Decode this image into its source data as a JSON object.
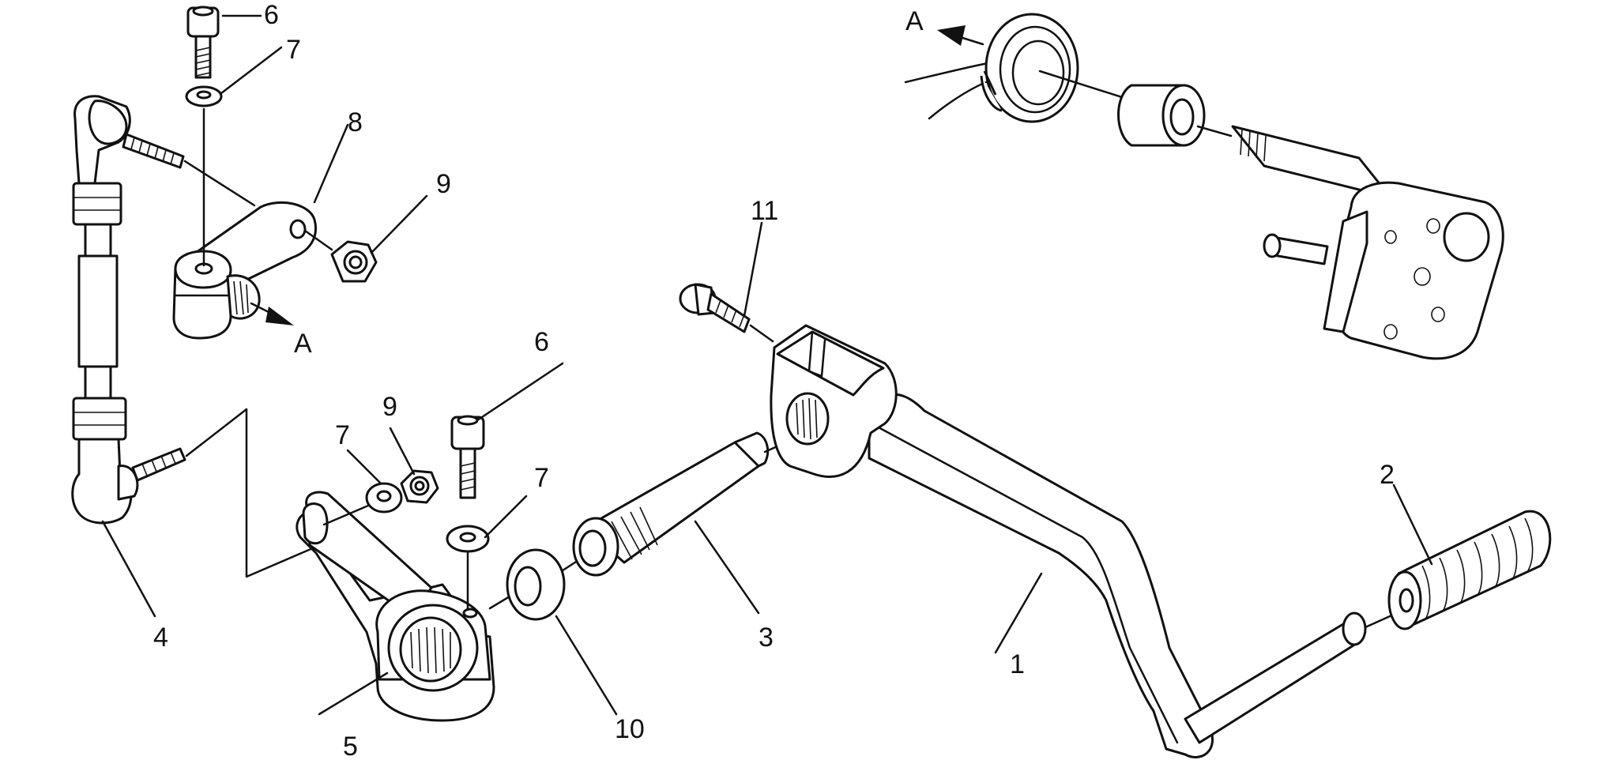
{
  "diagram": {
    "labels": {
      "l1": "1",
      "l2": "2",
      "l3": "3",
      "l4": "4",
      "l5": "5",
      "l6a": "6",
      "l6b": "6",
      "l7a": "7",
      "l7b": "7",
      "l7c": "7",
      "l8": "8",
      "l9a": "9",
      "l9b": "9",
      "l10": "10",
      "l11": "11",
      "arrowA1": "A",
      "arrowA2": "A"
    }
  }
}
